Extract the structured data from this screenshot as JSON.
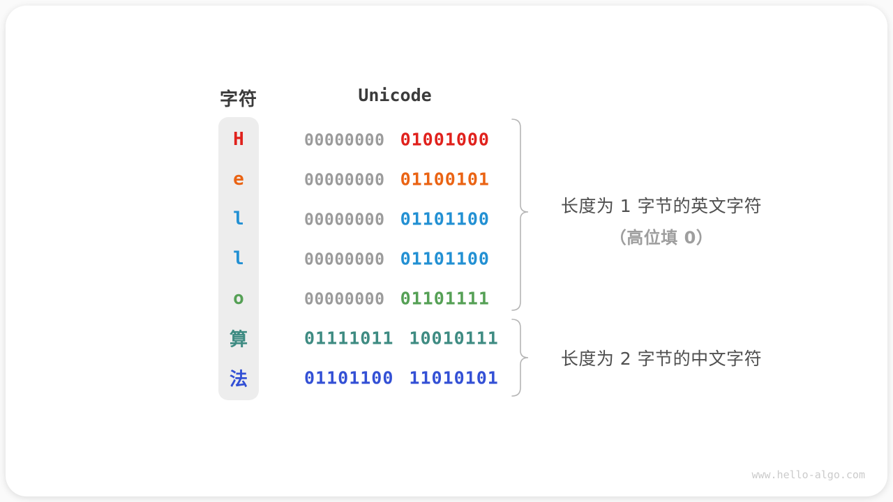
{
  "header": {
    "char_col": "字符",
    "unicode_col": "Unicode"
  },
  "table": {
    "rows": [
      {
        "char": "H",
        "byte1": "00000000",
        "byte2": "01001000",
        "color": "#e0211c",
        "byte1_gray": true
      },
      {
        "char": "e",
        "byte1": "00000000",
        "byte2": "01100101",
        "color": "#ea6313",
        "byte1_gray": true
      },
      {
        "char": "l",
        "byte1": "00000000",
        "byte2": "01101100",
        "color": "#2290d3",
        "byte1_gray": true
      },
      {
        "char": "l",
        "byte1": "00000000",
        "byte2": "01101100",
        "color": "#2290d3",
        "byte1_gray": true
      },
      {
        "char": "o",
        "byte1": "00000000",
        "byte2": "01101111",
        "color": "#55a055",
        "byte1_gray": true
      },
      {
        "char": "算",
        "byte1": "01111011",
        "byte2": "10010111",
        "color": "#3e8b82",
        "byte1_gray": false
      },
      {
        "char": "法",
        "byte1": "01101100",
        "byte2": "11010101",
        "color": "#3350d5",
        "byte1_gray": false
      }
    ]
  },
  "annotations": {
    "english_group": {
      "line1": "长度为 1 字节的英文字符",
      "line2": "（高位填 0）"
    },
    "chinese_group": {
      "line1": "长度为 2 字节的中文字符"
    }
  },
  "watermark": "www.hello-algo.com",
  "colors": {
    "gray_byte": "#9b9b9b",
    "brace": "#b5b5b5",
    "pill_bg": "#ededed",
    "heading": "#3b3b3b",
    "annotation": "#4f4f4f",
    "annotation_light": "#9e9e9e",
    "watermark": "#cbcbcb"
  },
  "layout_note": "Unicode encoding diagram for the string Hello算法"
}
